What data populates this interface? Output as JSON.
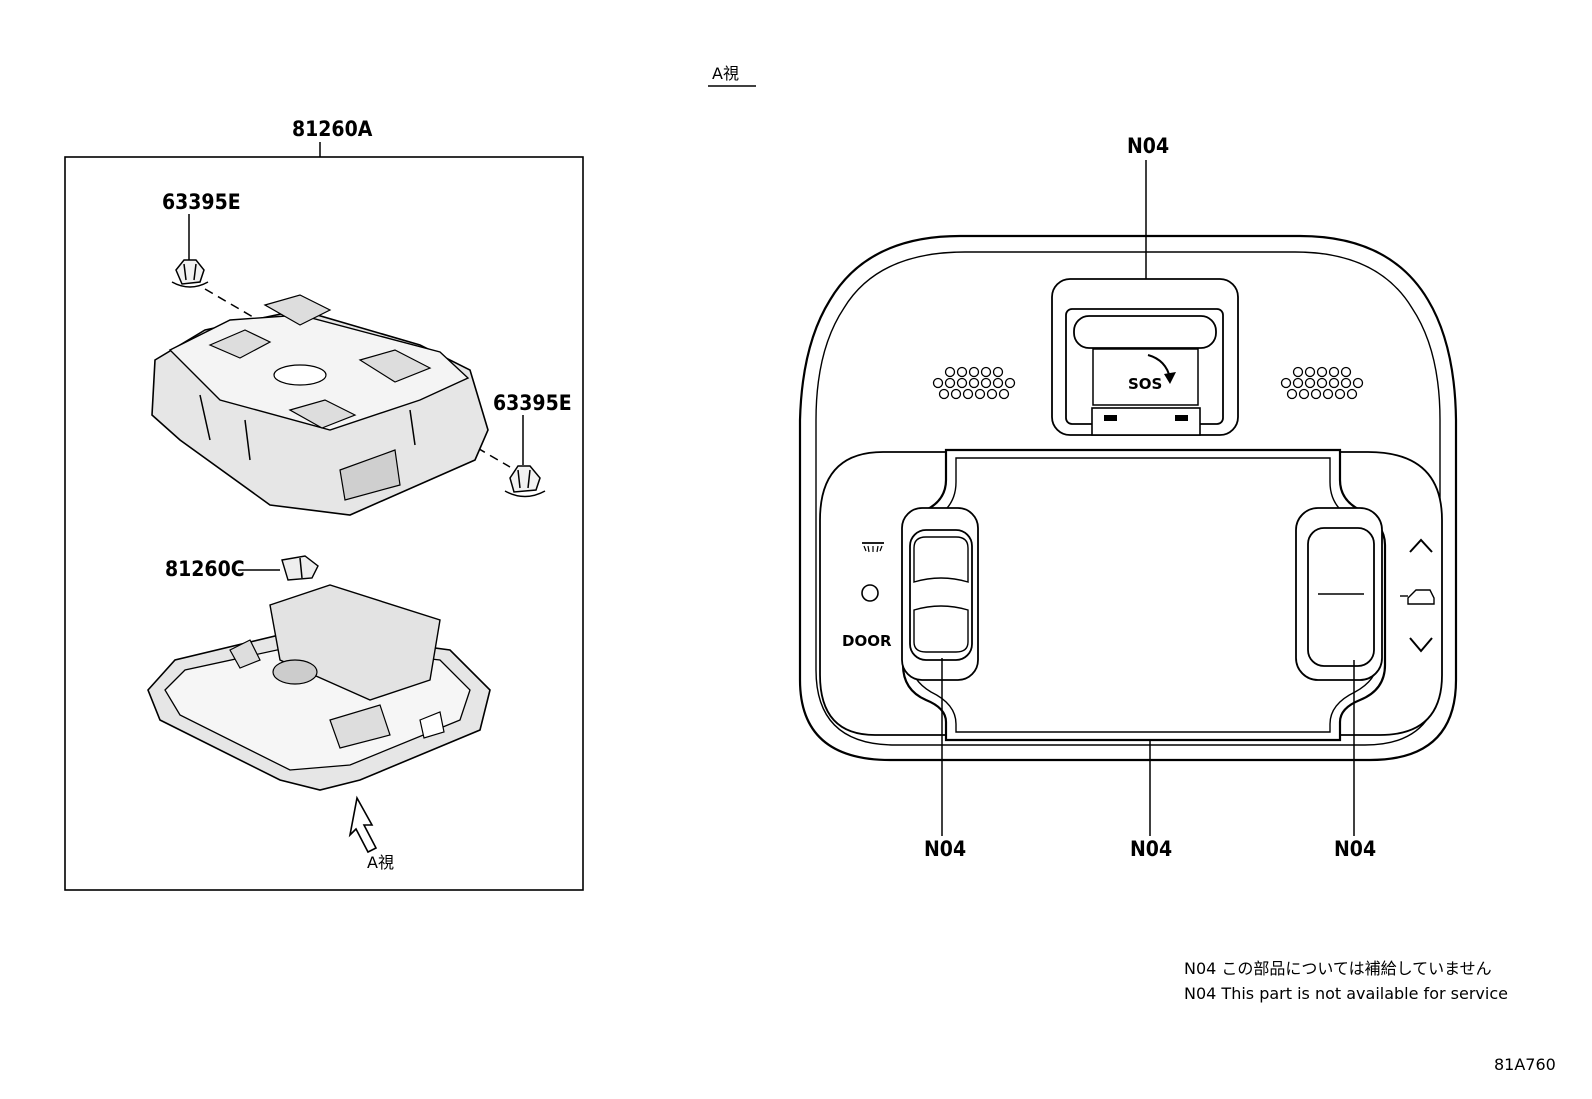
{
  "view_heading": "A視",
  "left_group": {
    "assembly_label": "81260A",
    "clip_label_top": "63395E",
    "clip_label_right": "63395E",
    "bulb_label": "81260C",
    "view_arrow_label": "A視"
  },
  "panel_view": {
    "callout_top": "N04",
    "callout_left": "N04",
    "callout_center": "N04",
    "callout_right": "N04",
    "sos_text": "SOS",
    "door_text": "DOOR"
  },
  "notes": {
    "note_jp": "N04 この部品については補給していません",
    "note_en": "N04 This part is not available for service"
  },
  "figure_code": "81A760",
  "icons": [
    "clip-icon",
    "bulb-icon",
    "housing-icon",
    "lens-icon",
    "view-arrow-icon",
    "sos-arrow-icon",
    "map-lamp-icon",
    "door-indicator-icon",
    "chevron-up-icon",
    "chevron-down-icon",
    "sunroof-icon",
    "microphone-grille-icon"
  ]
}
